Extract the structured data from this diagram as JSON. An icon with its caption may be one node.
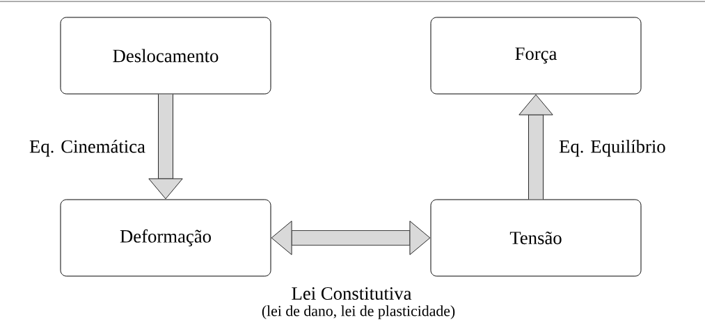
{
  "diagram": {
    "nodes": [
      {
        "text": [
          "Deslocamento"
        ]
      },
      {
        "text": [
          "Força"
        ]
      },
      {
        "text": [
          "Deformação"
        ]
      },
      {
        "text": [
          "Tensão"
        ]
      }
    ],
    "edges": [
      {
        "from": 0,
        "to": 2,
        "arrow": "to",
        "label": "Eq. Cinemática"
      },
      {
        "from": 3,
        "to": 1,
        "arrow": "to",
        "label": "Eq. Equilíbrio"
      },
      {
        "from": 2,
        "to": 3,
        "arrow": "both",
        "label": "Lei Constitutiva"
      }
    ],
    "labels": [
      "(lei de dano, lei de plasticidade)"
    ]
  }
}
